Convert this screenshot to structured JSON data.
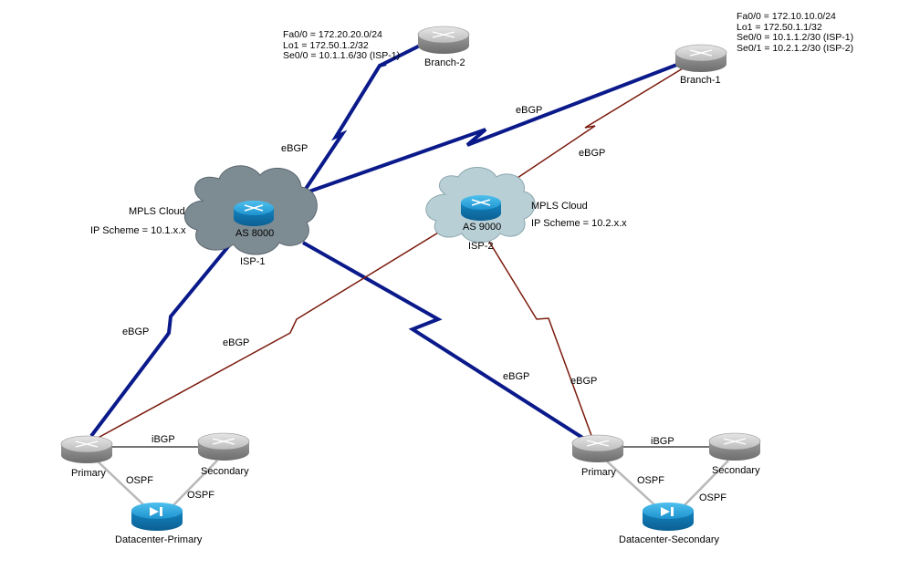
{
  "diagram": {
    "isp1": {
      "as_label": "AS 8000",
      "name": "ISP-1",
      "cloud_title": "MPLS Cloud",
      "ip_scheme": "IP Scheme = 10.1.x.x"
    },
    "isp2": {
      "as_label": "AS 9000",
      "name": "ISP-2",
      "cloud_title": "MPLS Cloud",
      "ip_scheme": "IP Scheme = 10.2.x.x"
    },
    "branch2": {
      "name": "Branch-2",
      "config": [
        "Fa0/0 = 172.20.20.0/24",
        "Lo1 = 172.50.1.2/32",
        "Se0/0 = 10.1.1.6/30 (ISP-1)"
      ]
    },
    "branch1": {
      "name": "Branch-1",
      "config": [
        "Fa0/0 = 172.10.10.0/24",
        "Lo1 = 172.50.1.1/32",
        "Se0/0 = 10.1.1.2/30 (ISP-1)",
        "Se0/1 = 10.2.1.2/30 (ISP-2)"
      ]
    },
    "site_left": {
      "primary": "Primary",
      "secondary": "Secondary",
      "datacenter": "Datacenter-Primary"
    },
    "site_right": {
      "primary": "Primary",
      "secondary": "Secondary",
      "datacenter": "Datacenter-Secondary"
    },
    "link_labels": {
      "ebgp": "eBGP",
      "ibgp": "iBGP",
      "ospf": "OSPF"
    },
    "colors": {
      "isp1_link": "#0a1a8a",
      "isp2_link": "#7a1a0c",
      "lan_link": "#b8b8b8",
      "cloud_isp1": "#7d8b93",
      "cloud_isp2": "#b9cfd6",
      "router": "#a8a8a8",
      "datacenter": "#1a8fd0"
    }
  }
}
